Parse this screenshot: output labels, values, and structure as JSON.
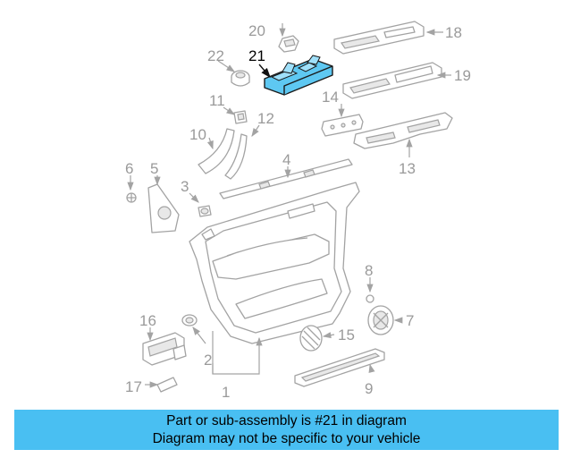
{
  "callouts": {
    "c1": "1",
    "c2": "2",
    "c3": "3",
    "c4": "4",
    "c5": "5",
    "c6": "6",
    "c7": "7",
    "c8": "8",
    "c9": "9",
    "c10": "10",
    "c11": "11",
    "c12": "12",
    "c13": "13",
    "c14": "14",
    "c15": "15",
    "c16": "16",
    "c17": "17",
    "c18": "18",
    "c19": "19",
    "c20": "20",
    "c21": "21",
    "c22": "22"
  },
  "highlighted_part": "21",
  "banner": {
    "line1": "Part or sub-assembly is #21 in diagram",
    "line2": "Diagram may not be specific to your vehicle"
  },
  "colors": {
    "highlight": "#5ec8f2",
    "banner": "#49bff2",
    "lineart": "#a3a3a3"
  }
}
